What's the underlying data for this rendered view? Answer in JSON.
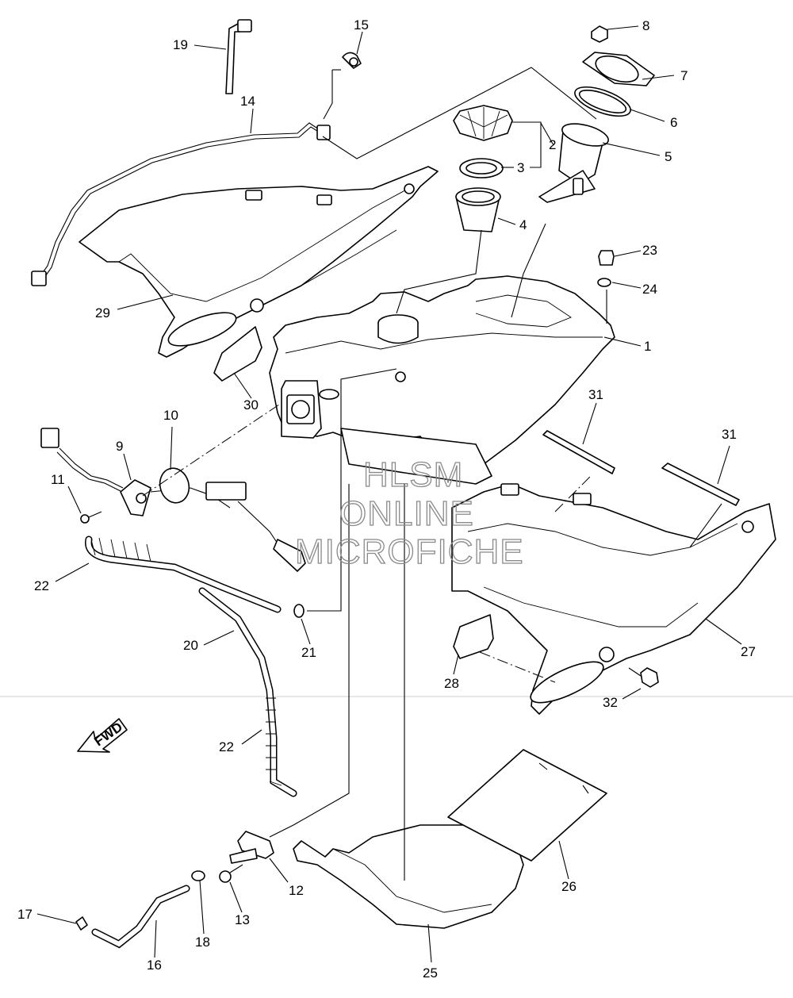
{
  "diagram": {
    "watermark": [
      "HLSM",
      "ONLINE",
      "MICROFICHE"
    ],
    "fwd_label": "FWD",
    "labels": {
      "p1": "1",
      "p2": "2",
      "p3": "3",
      "p4": "4",
      "p5": "5",
      "p6": "6",
      "p7": "7",
      "p8": "8",
      "p9": "9",
      "p10": "10",
      "p11": "11",
      "p12": "12",
      "p13": "13",
      "p14": "14",
      "p15": "15",
      "p16": "16",
      "p17": "17",
      "p18": "18",
      "p19": "19",
      "p20": "20",
      "p21": "21",
      "p22a": "22",
      "p22b": "22",
      "p23": "23",
      "p24": "24",
      "p25": "25",
      "p26": "26",
      "p27": "27",
      "p28": "28",
      "p29": "29",
      "p30": "30",
      "p31a": "31",
      "p31b": "31",
      "p32": "32"
    }
  }
}
